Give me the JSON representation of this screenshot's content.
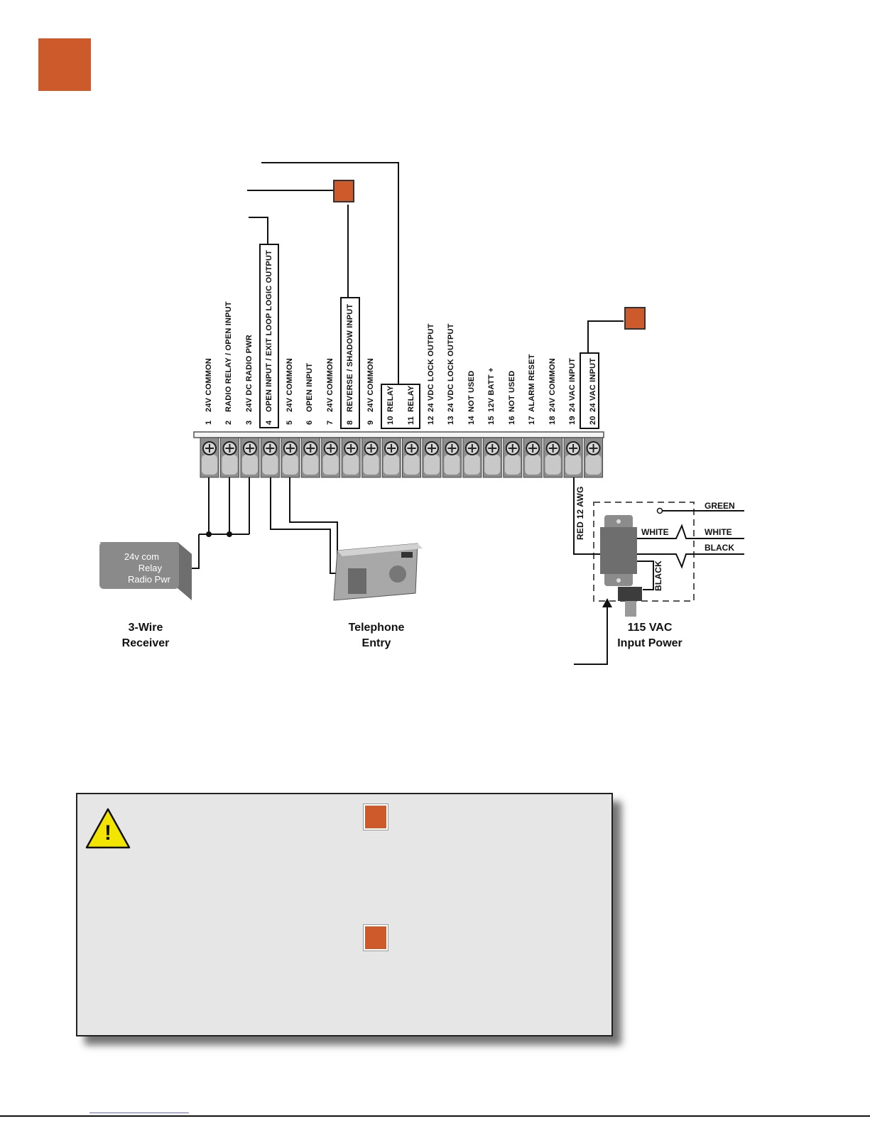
{
  "header": {
    "badge_color": "#cc5a2a"
  },
  "terminals": [
    {
      "num": "1",
      "label": "24V COMMON"
    },
    {
      "num": "2",
      "label": "RADIO RELAY / OPEN INPUT"
    },
    {
      "num": "3",
      "label": "24V DC RADIO PWR"
    },
    {
      "num": "4",
      "label": "OPEN INPUT / EXIT LOOP LOGIC OUTPUT"
    },
    {
      "num": "5",
      "label": "24V COMMON"
    },
    {
      "num": "6",
      "label": "OPEN INPUT"
    },
    {
      "num": "7",
      "label": "24V COMMON"
    },
    {
      "num": "8",
      "label": "REVERSE / SHADOW INPUT"
    },
    {
      "num": "9",
      "label": "24V COMMON"
    },
    {
      "num": "10",
      "label": "RELAY"
    },
    {
      "num": "11",
      "label": "RELAY"
    },
    {
      "num": "12",
      "label": "24 VDC LOCK OUTPUT"
    },
    {
      "num": "13",
      "label": "24 VDC LOCK OUTPUT"
    },
    {
      "num": "14",
      "label": "NOT USED"
    },
    {
      "num": "15",
      "label": "12V BATT +"
    },
    {
      "num": "16",
      "label": "NOT USED"
    },
    {
      "num": "17",
      "label": "ALARM RESET"
    },
    {
      "num": "18",
      "label": "24V COMMON"
    },
    {
      "num": "19",
      "label": "24 VAC INPUT"
    },
    {
      "num": "20",
      "label": "24 VAC INPUT"
    }
  ],
  "receiver": {
    "lines": [
      "24v com",
      "Relay",
      "Radio Pwr"
    ],
    "caption_line1": "3-Wire",
    "caption_line2": "Receiver"
  },
  "telephone": {
    "caption_line1": "Telephone",
    "caption_line2": "Entry"
  },
  "power": {
    "red_label": "RED 12 AWG",
    "white_inner": "WHITE",
    "black_inner": "BLACK",
    "green_out": "GREEN",
    "white_out": "WHITE",
    "black_out": "BLACK",
    "caption_line1": "115 VAC",
    "caption_line2": "Input Power"
  },
  "warning": {
    "icon": "warning-triangle-icon",
    "symbol": "!"
  }
}
